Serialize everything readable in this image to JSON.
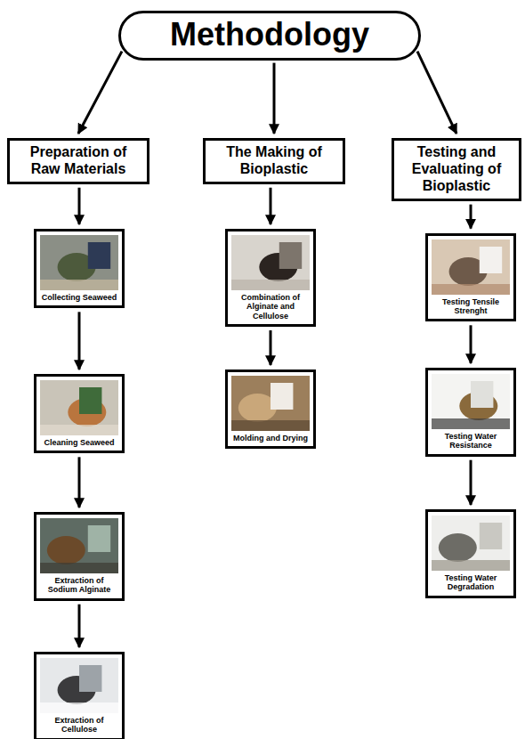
{
  "diagram": {
    "nodes": [
      {
        "text": [
          "Methodology"
        ]
      },
      {
        "text": [
          "Preparation of Raw Materials"
        ]
      },
      {
        "text": [
          "The Making of Bioplastic"
        ]
      },
      {
        "text": [
          "Testing and Evaluating of Bioplastic"
        ]
      },
      {
        "text": [
          "Collecting Seaweed"
        ]
      },
      {
        "text": [
          "Cleaning Seaweed"
        ]
      },
      {
        "text": [
          "Extraction of Sodium Alginate"
        ]
      },
      {
        "text": [
          "Extraction of Cellulose"
        ]
      },
      {
        "text": [
          "Combination of Alginate and Cellulose"
        ]
      },
      {
        "text": [
          "Molding and Drying"
        ]
      },
      {
        "text": [
          "Testing Tensile Strenght"
        ]
      },
      {
        "text": [
          "Testing Water Resistance"
        ]
      },
      {
        "text": [
          "Testing Water Degradation"
        ]
      }
    ],
    "edges": [
      {
        "from": 0,
        "to": 1,
        "arrow": "to"
      },
      {
        "from": 0,
        "to": 2,
        "arrow": "to"
      },
      {
        "from": 0,
        "to": 3,
        "arrow": "to"
      },
      {
        "from": 1,
        "to": 4,
        "arrow": "to"
      },
      {
        "from": 4,
        "to": 5,
        "arrow": "to"
      },
      {
        "from": 5,
        "to": 6,
        "arrow": "to"
      },
      {
        "from": 6,
        "to": 7,
        "arrow": "to"
      },
      {
        "from": 2,
        "to": 8,
        "arrow": "to"
      },
      {
        "from": 8,
        "to": 9,
        "arrow": "to"
      },
      {
        "from": 3,
        "to": 10,
        "arrow": "to"
      },
      {
        "from": 10,
        "to": 11,
        "arrow": "to"
      },
      {
        "from": 11,
        "to": 12,
        "arrow": "to"
      }
    ]
  }
}
